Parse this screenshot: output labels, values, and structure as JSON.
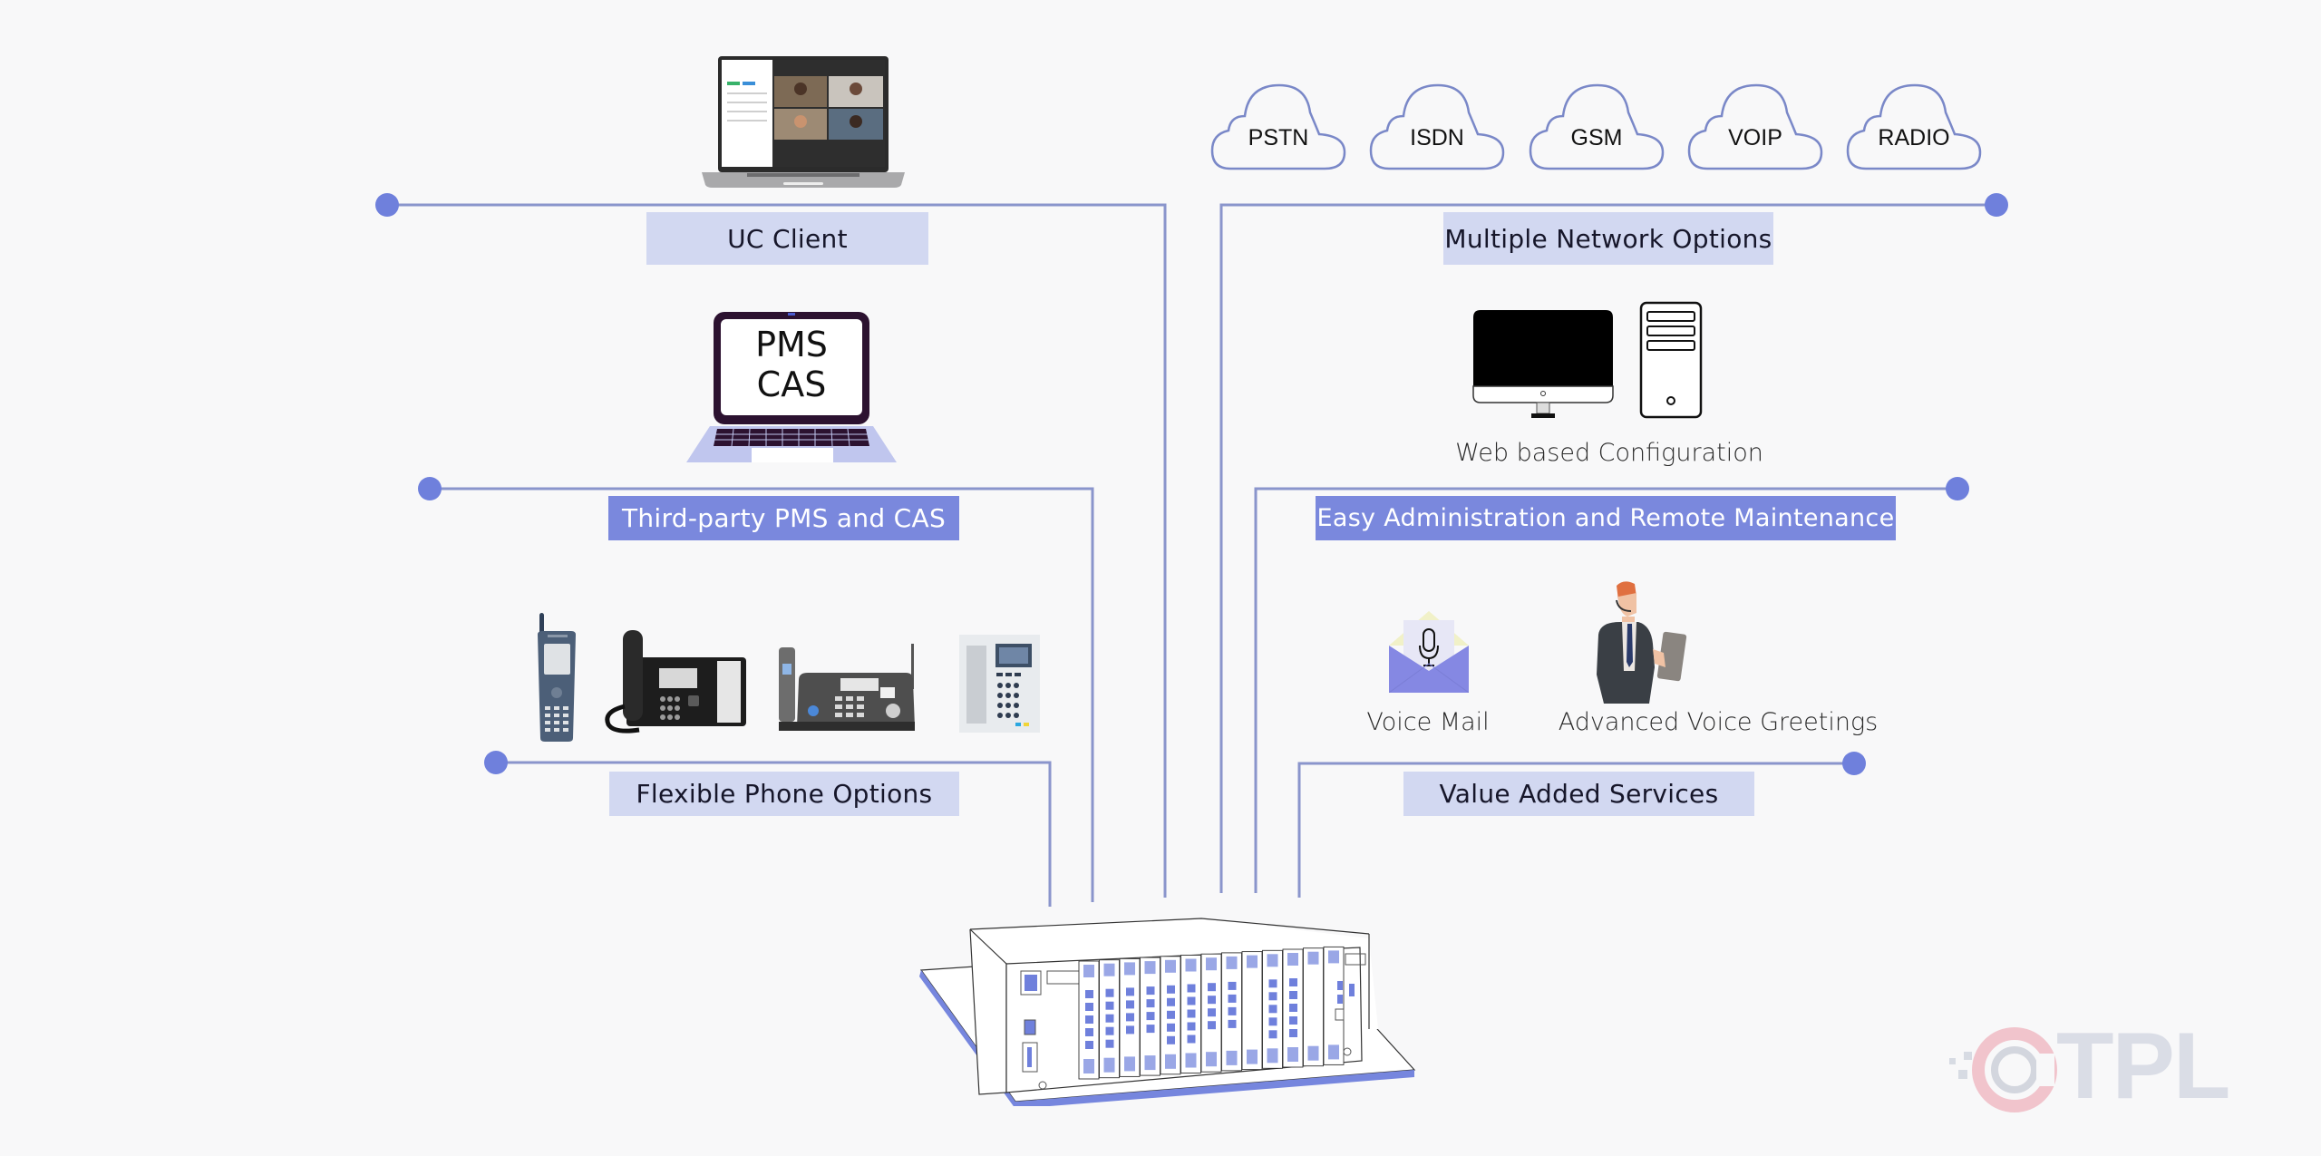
{
  "diagram": {
    "hub": {
      "name": "IP-PBX chassis"
    },
    "colors": {
      "background": "#f8f8f9",
      "line": "#8a95cc",
      "dot": "#6f80dc",
      "label_light": "#d2d8f1",
      "label_dark": "#7a88dd",
      "base_plate": "#7686de"
    },
    "left": {
      "uc_client": {
        "label": "UC Client",
        "icon": "laptop-video-call-icon"
      },
      "pms_cas": {
        "label": "Third-party PMS and CAS",
        "icon": "laptop-icon",
        "screen_lines": [
          "PMS",
          "CAS"
        ]
      },
      "phones": {
        "label": "Flexible Phone Options",
        "icons": [
          "cordless-handset-icon",
          "desk-phone-icon",
          "fax-phone-icon",
          "wall-phone-icon"
        ]
      }
    },
    "right": {
      "networks": {
        "label": "Multiple Network Options",
        "clouds": [
          "PSTN",
          "ISDN",
          "GSM",
          "VOIP",
          "RADIO"
        ]
      },
      "admin": {
        "label": "Easy Administration and Remote Maintenance",
        "caption": "Web based Configuration",
        "icons": [
          "desktop-monitor-icon",
          "pc-tower-icon"
        ]
      },
      "vas": {
        "label": "Value Added Services",
        "items": [
          {
            "caption": "Voice Mail",
            "icon": "voice-mail-envelope-icon"
          },
          {
            "caption": "Advanced Voice Greetings",
            "icon": "operator-headset-person-icon"
          }
        ]
      }
    },
    "watermark": {
      "text": "TPL",
      "icon": "ctpl-logo-icon"
    }
  }
}
